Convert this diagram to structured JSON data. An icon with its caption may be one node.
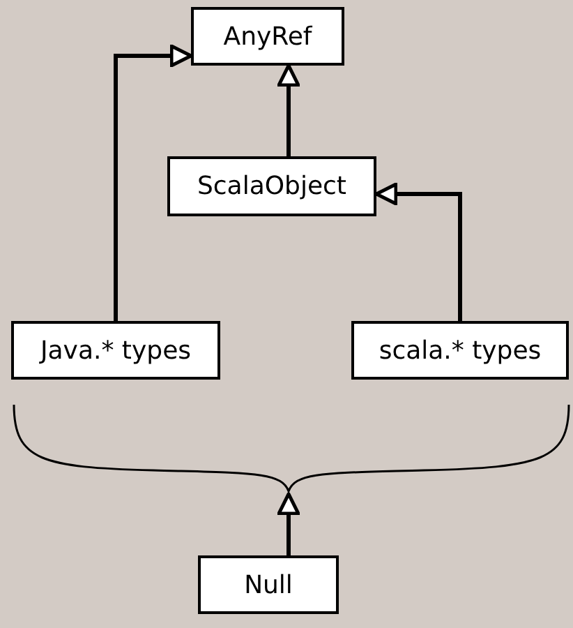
{
  "diagram": {
    "nodes": [
      {
        "text": [
          "AnyRef"
        ]
      },
      {
        "text": [
          "ScalaObject"
        ]
      },
      {
        "text": [
          "Java.* types"
        ]
      },
      {
        "text": [
          "scala.* types"
        ]
      },
      {
        "text": [
          "Null"
        ]
      },
      {
        "text": [],
        "shape": "brace"
      }
    ],
    "edges": [
      {
        "from": 1,
        "to": 0,
        "arrow": "to"
      },
      {
        "from": 2,
        "to": 0,
        "arrow": "to"
      },
      {
        "from": 3,
        "to": 1,
        "arrow": "to"
      },
      {
        "from": 4,
        "to": 5,
        "arrow": "to"
      }
    ]
  }
}
